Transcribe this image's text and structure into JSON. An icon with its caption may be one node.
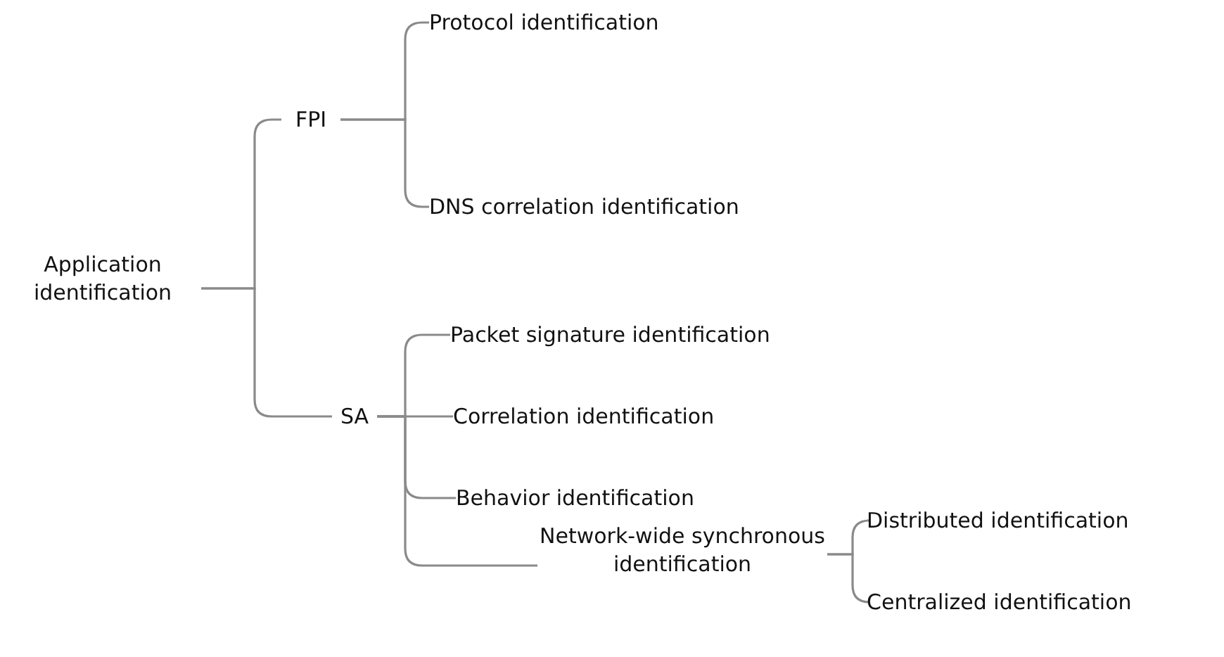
{
  "diagram": {
    "nodes": [
      {
        "text": [
          "Application identification"
        ]
      },
      {
        "text": [
          "FPI"
        ]
      },
      {
        "text": [
          "Protocol identification"
        ]
      },
      {
        "text": [
          "DNS correlation identification"
        ]
      },
      {
        "text": [
          "SA"
        ]
      },
      {
        "text": [
          "Packet signature identification"
        ]
      },
      {
        "text": [
          "Correlation identification"
        ]
      },
      {
        "text": [
          "Behavior identification"
        ]
      },
      {
        "text": [
          "Network-wide synchronous identification"
        ]
      },
      {
        "text": [
          "Distributed identification"
        ]
      },
      {
        "text": [
          "Centralized identification"
        ]
      }
    ],
    "edges": [
      {
        "from": 0,
        "to": 1,
        "arrow": "none"
      },
      {
        "from": 0,
        "to": 4,
        "arrow": "none"
      },
      {
        "from": 1,
        "to": 2,
        "arrow": "none"
      },
      {
        "from": 1,
        "to": 3,
        "arrow": "none"
      },
      {
        "from": 4,
        "to": 5,
        "arrow": "none"
      },
      {
        "from": 4,
        "to": 6,
        "arrow": "none"
      },
      {
        "from": 4,
        "to": 7,
        "arrow": "none"
      },
      {
        "from": 4,
        "to": 8,
        "arrow": "none"
      },
      {
        "from": 8,
        "to": 9,
        "arrow": "none"
      },
      {
        "from": 8,
        "to": 10,
        "arrow": "none"
      }
    ]
  }
}
